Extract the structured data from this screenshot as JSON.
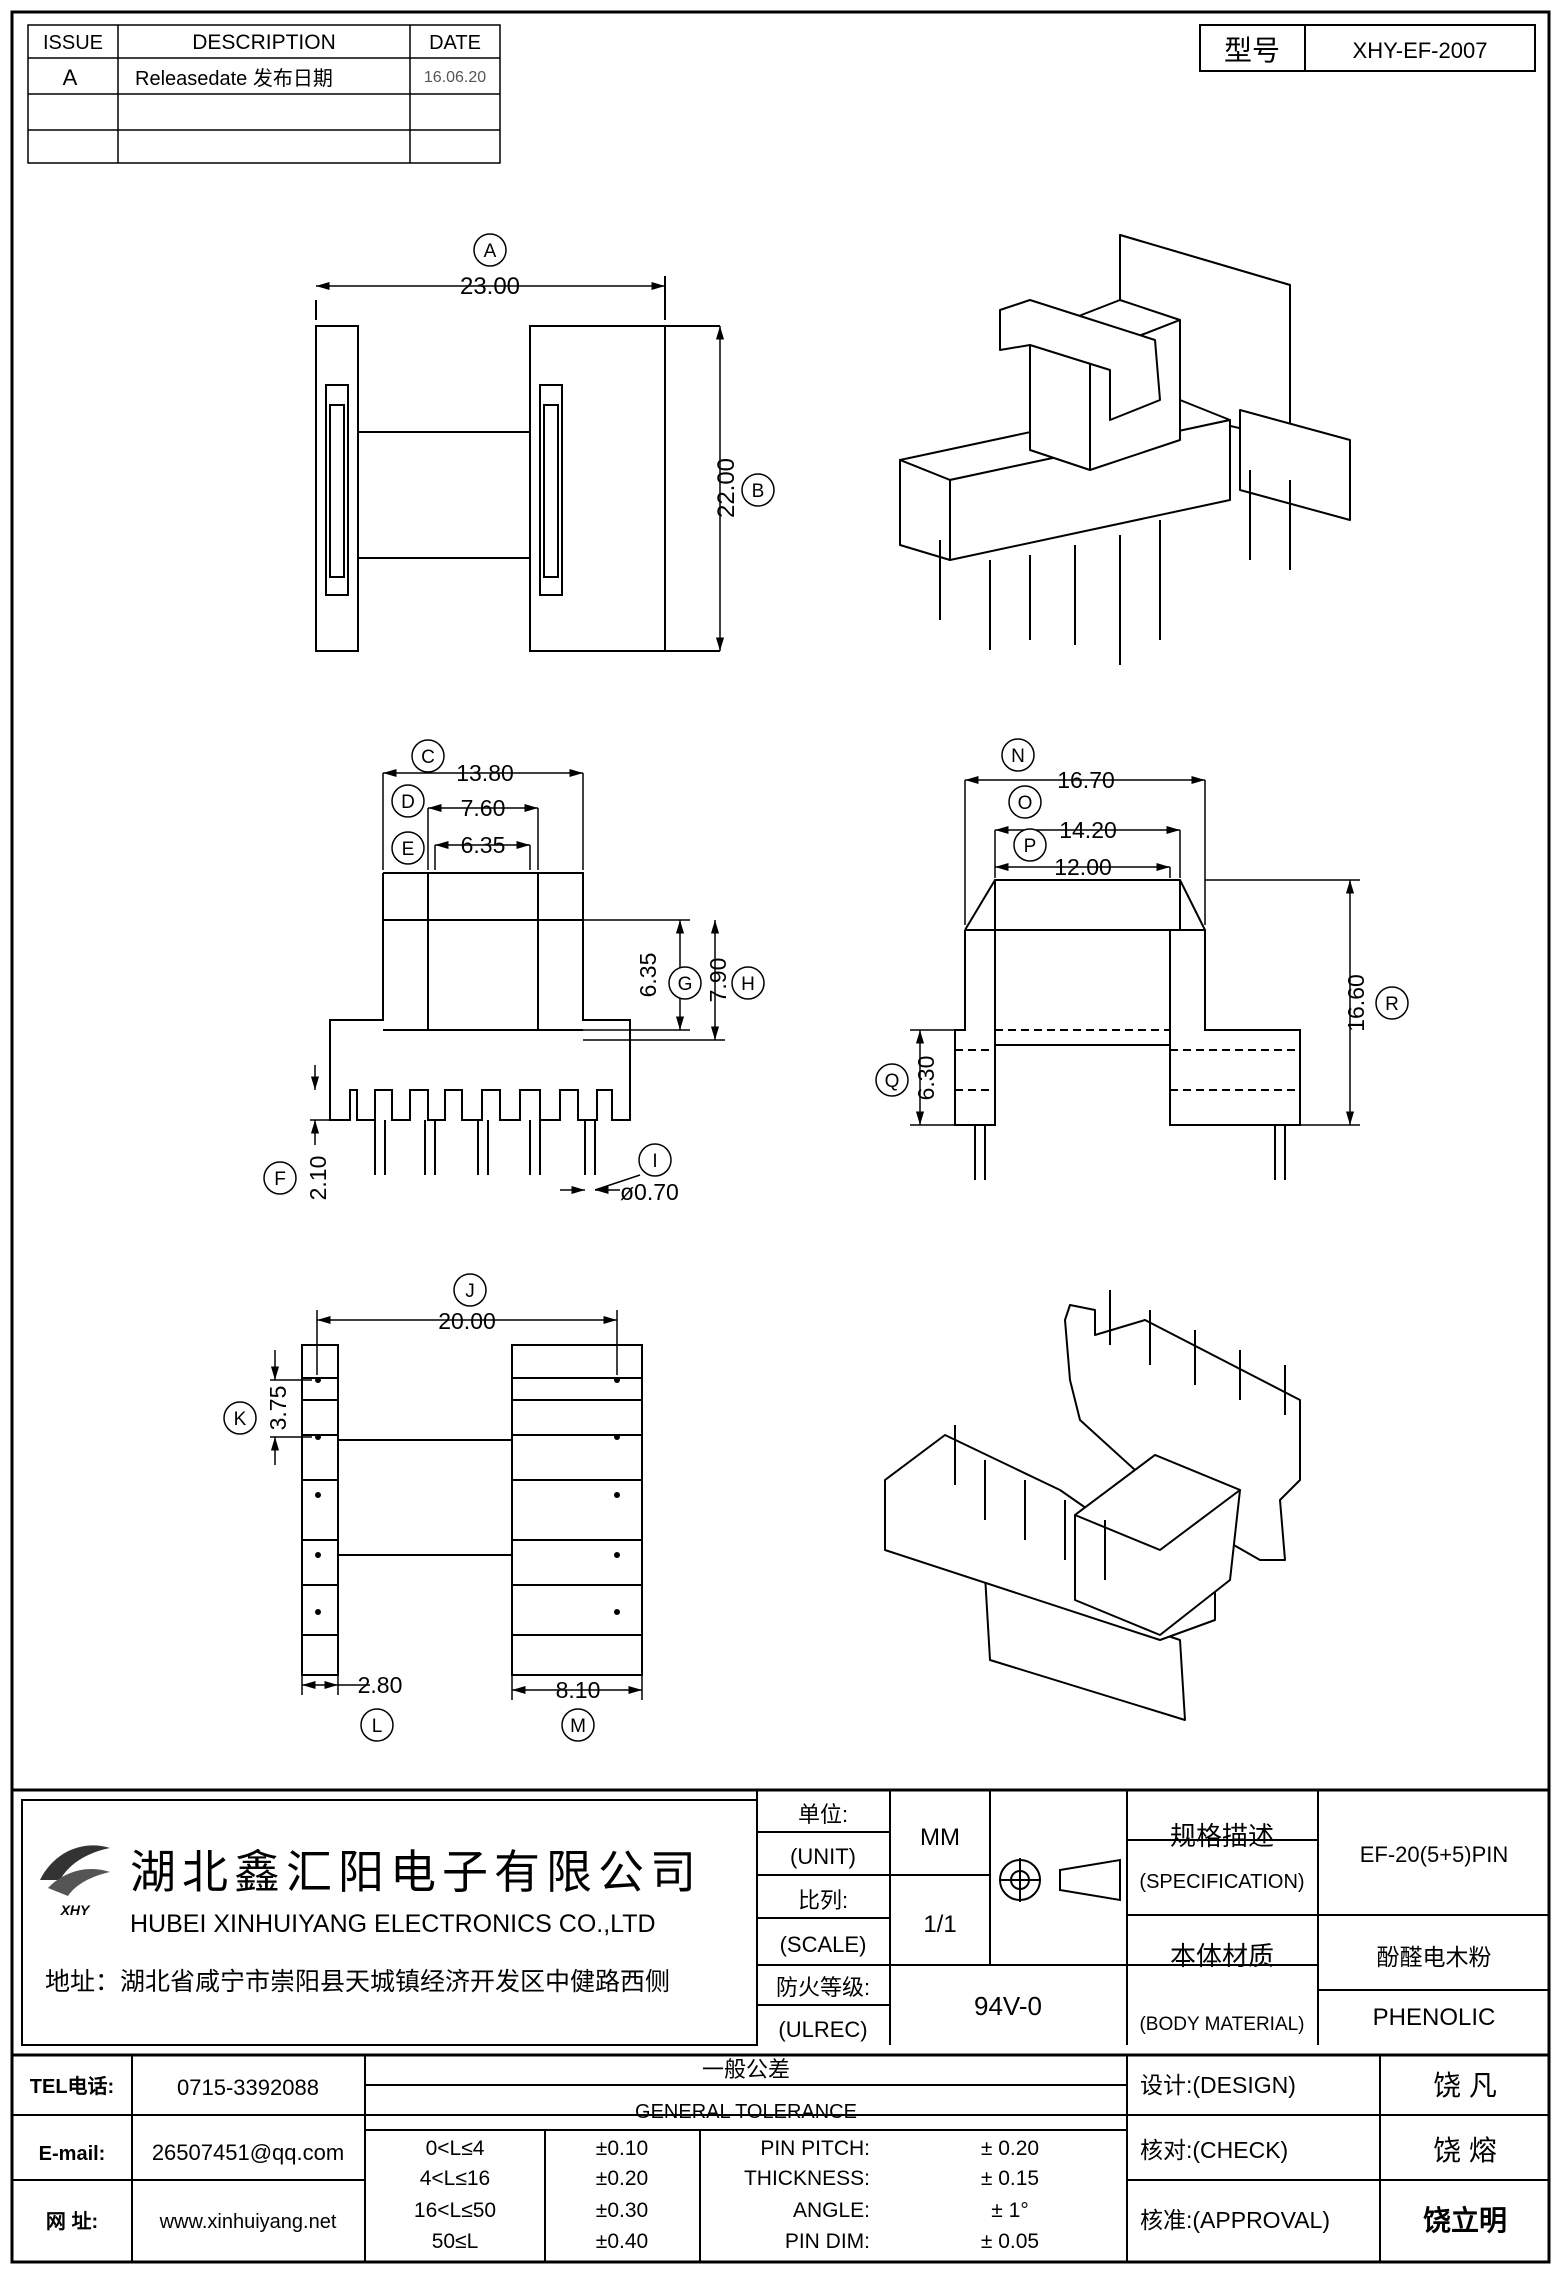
{
  "revision_table": {
    "headers": {
      "issue": "ISSUE",
      "description": "DESCRIPTION",
      "date": "DATE"
    },
    "rows": [
      {
        "issue": "A",
        "description": "Releasedate 发布日期",
        "date": "16.06.20"
      }
    ]
  },
  "model": {
    "label": "型号",
    "value": "XHY-EF-2007"
  },
  "dimensions": {
    "A": {
      "letter": "A",
      "value": "23.00"
    },
    "B": {
      "letter": "B",
      "value": "22.00"
    },
    "C": {
      "letter": "C",
      "value": "13.80"
    },
    "D": {
      "letter": "D",
      "value": "7.60"
    },
    "E": {
      "letter": "E",
      "value": "6.35"
    },
    "F": {
      "letter": "F",
      "value": "2.10"
    },
    "G": {
      "letter": "G",
      "value": "6.35"
    },
    "H": {
      "letter": "H",
      "value": "7.90"
    },
    "I": {
      "letter": "I",
      "value": "ø0.70"
    },
    "J": {
      "letter": "J",
      "value": "20.00"
    },
    "K": {
      "letter": "K",
      "value": "3.75"
    },
    "L": {
      "letter": "L",
      "value": "2.80"
    },
    "M": {
      "letter": "M",
      "value": "8.10"
    },
    "N": {
      "letter": "N",
      "value": "16.70"
    },
    "O": {
      "letter": "O",
      "value": "14.20"
    },
    "P": {
      "letter": "P",
      "value": "12.00"
    },
    "Q": {
      "letter": "Q",
      "value": "6.30"
    },
    "R": {
      "letter": "R",
      "value": "16.60"
    }
  },
  "title_block": {
    "company_cn": "湖北鑫汇阳电子有限公司",
    "company_en": "HUBEI XINHUIYANG ELECTRONICS CO.,LTD",
    "logo_text": "XHY",
    "address": "地址：湖北省咸宁市崇阳县天城镇经济开发区中健路西侧",
    "unit_cn": "单位:",
    "unit_en": "(UNIT)",
    "unit_value": "MM",
    "scale_cn": "比列:",
    "scale_en": "(SCALE)",
    "scale_value": "1/1",
    "ulrec_cn": "防火等级:",
    "ulrec_en": "(ULREC)",
    "ulrec_value": "94V-0",
    "spec_cn": "规格描述",
    "spec_en": "(SPECIFICATION)",
    "spec_value": "EF-20(5+5)PIN",
    "material_cn": "本体材质",
    "material_en": "(BODY MATERIAL)",
    "material_value_cn": "酚醛电木粉",
    "material_value_en": "PHENOLIC",
    "tel_label": "TEL电话:",
    "tel": "0715-3392088",
    "email_label": "E-mail:",
    "email": "26507451@qq.com",
    "web_label": "网   址:",
    "web": "www.xinhuiyang.net",
    "tolerance_cn": "一般公差",
    "tolerance_en": "GENERAL TOLERANCE",
    "tolerance_rows": [
      {
        "range": "0<L≤4",
        "tol": "±0.10",
        "item": "PIN PITCH:",
        "item_tol": "±  0.20"
      },
      {
        "range": "4<L≤16",
        "tol": "±0.20",
        "item": "THICKNESS:",
        "item_tol": "±  0.15"
      },
      {
        "range": "16<L≤50",
        "tol": "±0.30",
        "item": "ANGLE:",
        "item_tol": "±  1°"
      },
      {
        "range": "50≤L",
        "tol": "±0.40",
        "item": "PIN DIM:",
        "item_tol": "±  0.05"
      }
    ],
    "design_label": "设计:(DESIGN)",
    "design_name": "饶  凡",
    "check_label": "核对:(CHECK)",
    "check_name": "饶  熔",
    "approval_label": "核准:(APPROVAL)",
    "approval_name": "饶立明"
  }
}
